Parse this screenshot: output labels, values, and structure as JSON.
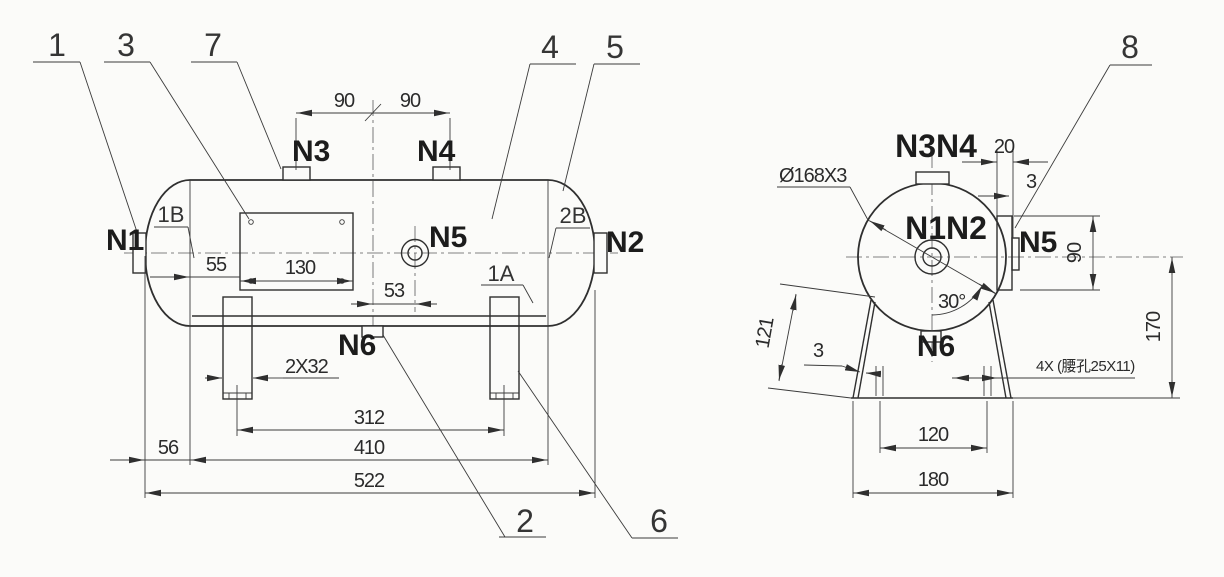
{
  "front_view": {
    "balloons": {
      "b1": "1",
      "b2": "2",
      "b3": "3",
      "b4": "4",
      "b5": "5",
      "b6": "6",
      "b7": "7"
    },
    "nozzles": {
      "n1": "N1",
      "n2": "N2",
      "n3": "N3",
      "n4": "N4",
      "n5": "N5",
      "n6": "N6"
    },
    "welds": {
      "w1a": "1A",
      "w1b": "1B",
      "w2b": "2B"
    },
    "dims": {
      "d90a": "90",
      "d90b": "90",
      "d55": "55",
      "d130": "130",
      "d53": "53",
      "d2x32": "2X32",
      "d312": "312",
      "d410": "410",
      "d56": "56",
      "d522": "522"
    }
  },
  "end_view": {
    "balloons": {
      "b8": "8"
    },
    "nozzles": {
      "n34": "N3N4",
      "n12": "N1N2",
      "n5": "N5",
      "n6": "N6"
    },
    "dims": {
      "shell": "Ø168X3",
      "d20": "20",
      "d3pad": "3",
      "d90": "90",
      "d170": "170",
      "d121": "121",
      "d3leg": "3",
      "d30": "30°",
      "slots": "4X (腰孔25X11)",
      "d120": "120",
      "d180": "180"
    }
  }
}
